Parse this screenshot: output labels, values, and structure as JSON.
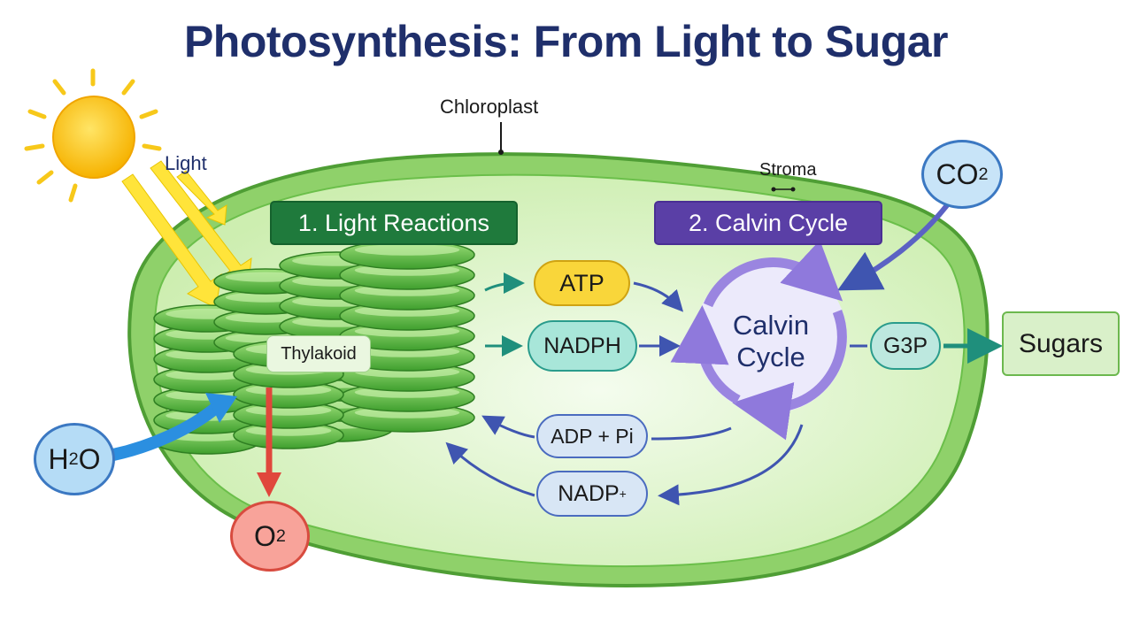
{
  "title": "Photosynthesis: From Light to Sugar",
  "labels": {
    "light": "Light",
    "chloroplast": "Chloroplast",
    "stroma": "Stroma",
    "thylakoid": "Thylakoid"
  },
  "stages": {
    "light_reactions": "1. Light Reactions",
    "calvin_cycle": "2. Calvin Cycle"
  },
  "molecules": {
    "atp": "ATP",
    "nadph": "NADPH",
    "adp_pi": "ADP + Pi",
    "nadp": {
      "base": "NADP",
      "sup": "+"
    },
    "g3p": "G3P",
    "co2": {
      "base": "CO",
      "sub": "2"
    },
    "h2o": {
      "a": "H",
      "sub": "2",
      "b": "O"
    },
    "o2": {
      "base": "O",
      "sub": "2"
    }
  },
  "cycle": {
    "line1": "Calvin",
    "line2": "Cycle"
  },
  "output": "Sugars",
  "colors": {
    "title": "#1f2f6b",
    "light_reactions_badge": "#1f7a3c",
    "calvin_badge": "#5a3fa6",
    "atp": "#f9d63a",
    "nadph": "#a8e6d9",
    "cycle_arrows": "#9a85e0",
    "chloroplast": "#8fd16a",
    "stroma": "#e6f7d6",
    "water": "#b5dcf6",
    "oxygen": "#f8a39a",
    "co2": "#c8e4f8"
  }
}
